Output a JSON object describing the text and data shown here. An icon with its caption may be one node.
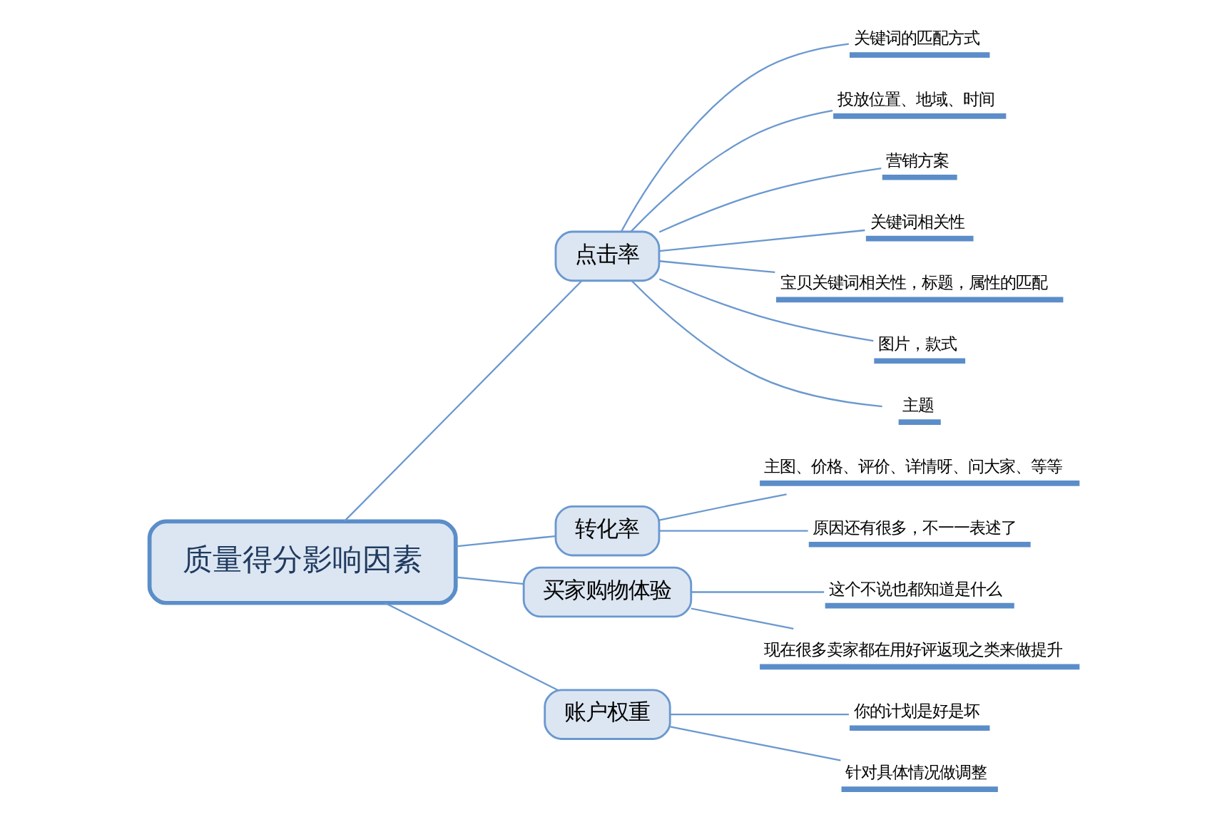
{
  "diagram": {
    "nodes": [
      {
        "text": [
          "质量得分影响因素"
        ]
      },
      {
        "text": [
          "点击率"
        ]
      },
      {
        "text": [
          "关键词的匹配方式"
        ]
      },
      {
        "text": [
          "投放位置、地域、时间"
        ]
      },
      {
        "text": [
          "营销方案"
        ]
      },
      {
        "text": [
          "关键词相关性"
        ]
      },
      {
        "text": [
          "宝贝关键词相关性，标题，属性的匹配"
        ]
      },
      {
        "text": [
          "图片，款式"
        ]
      },
      {
        "text": [
          "主题"
        ]
      },
      {
        "text": [
          "转化率"
        ]
      },
      {
        "text": [
          "主图、价格、评价、详情呀、问大家、等等"
        ]
      },
      {
        "text": [
          "原因还有很多，不一一表述了"
        ]
      },
      {
        "text": [
          "买家购物体验"
        ]
      },
      {
        "text": [
          "这个不说也都知道是什么"
        ]
      },
      {
        "text": [
          "现在很多卖家都在用好评返现之类来做提升"
        ]
      },
      {
        "text": [
          "账户权重"
        ]
      },
      {
        "text": [
          "你的计划是好是坏"
        ]
      },
      {
        "text": [
          "针对具体情况做调整"
        ]
      }
    ],
    "edges": [
      {
        "from": 0,
        "to": 1,
        "arrow": "none"
      },
      {
        "from": 1,
        "to": 2,
        "arrow": "none"
      },
      {
        "from": 1,
        "to": 3,
        "arrow": "none"
      },
      {
        "from": 1,
        "to": 4,
        "arrow": "none"
      },
      {
        "from": 1,
        "to": 5,
        "arrow": "none"
      },
      {
        "from": 1,
        "to": 6,
        "arrow": "none"
      },
      {
        "from": 1,
        "to": 7,
        "arrow": "none"
      },
      {
        "from": 1,
        "to": 8,
        "arrow": "none"
      },
      {
        "from": 0,
        "to": 9,
        "arrow": "none"
      },
      {
        "from": 9,
        "to": 10,
        "arrow": "none"
      },
      {
        "from": 9,
        "to": 11,
        "arrow": "none"
      },
      {
        "from": 0,
        "to": 12,
        "arrow": "none"
      },
      {
        "from": 12,
        "to": 13,
        "arrow": "none"
      },
      {
        "from": 12,
        "to": 14,
        "arrow": "none"
      },
      {
        "from": 0,
        "to": 15,
        "arrow": "none"
      },
      {
        "from": 15,
        "to": 16,
        "arrow": "none"
      },
      {
        "from": 15,
        "to": 17,
        "arrow": "none"
      }
    ]
  }
}
